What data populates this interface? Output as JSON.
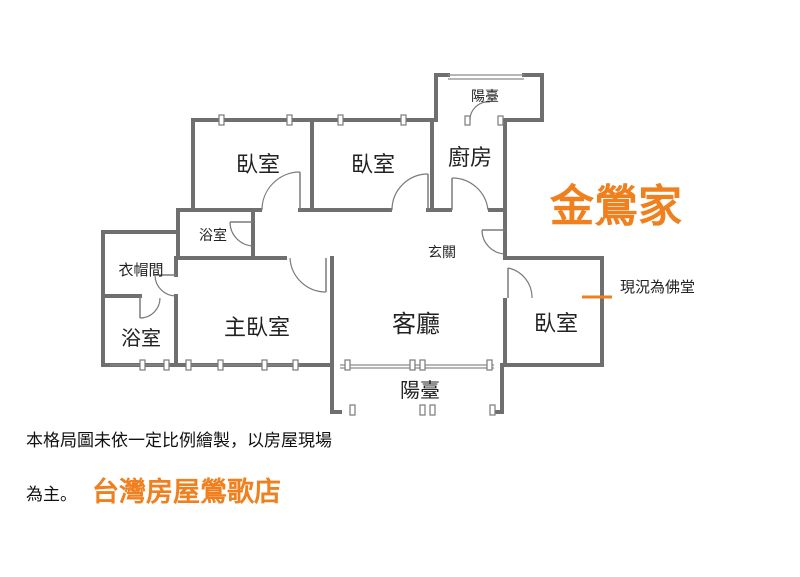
{
  "rooms": {
    "bedroom_1": "臥室",
    "bedroom_2": "臥室",
    "kitchen": "廚房",
    "balcony_top": "陽臺",
    "bath_1": "浴室",
    "wardrobe": "衣帽間",
    "bath_2": "浴室",
    "master_bedroom": "主臥室",
    "living_room": "客廳",
    "entrance": "玄關",
    "bedroom_3": "臥室",
    "balcony_bottom": "陽臺"
  },
  "brand_label": "金鶯家",
  "annotation": "現況為佛堂",
  "disclaimer_line1": "本格局圖未依一定比例繪製，以房屋現場",
  "disclaimer_line2": "為主。",
  "store_name": "台灣房屋鶯歌店",
  "colors": {
    "accent": "#f07f1e",
    "wall": "#6f6f6f",
    "text": "#222222"
  }
}
